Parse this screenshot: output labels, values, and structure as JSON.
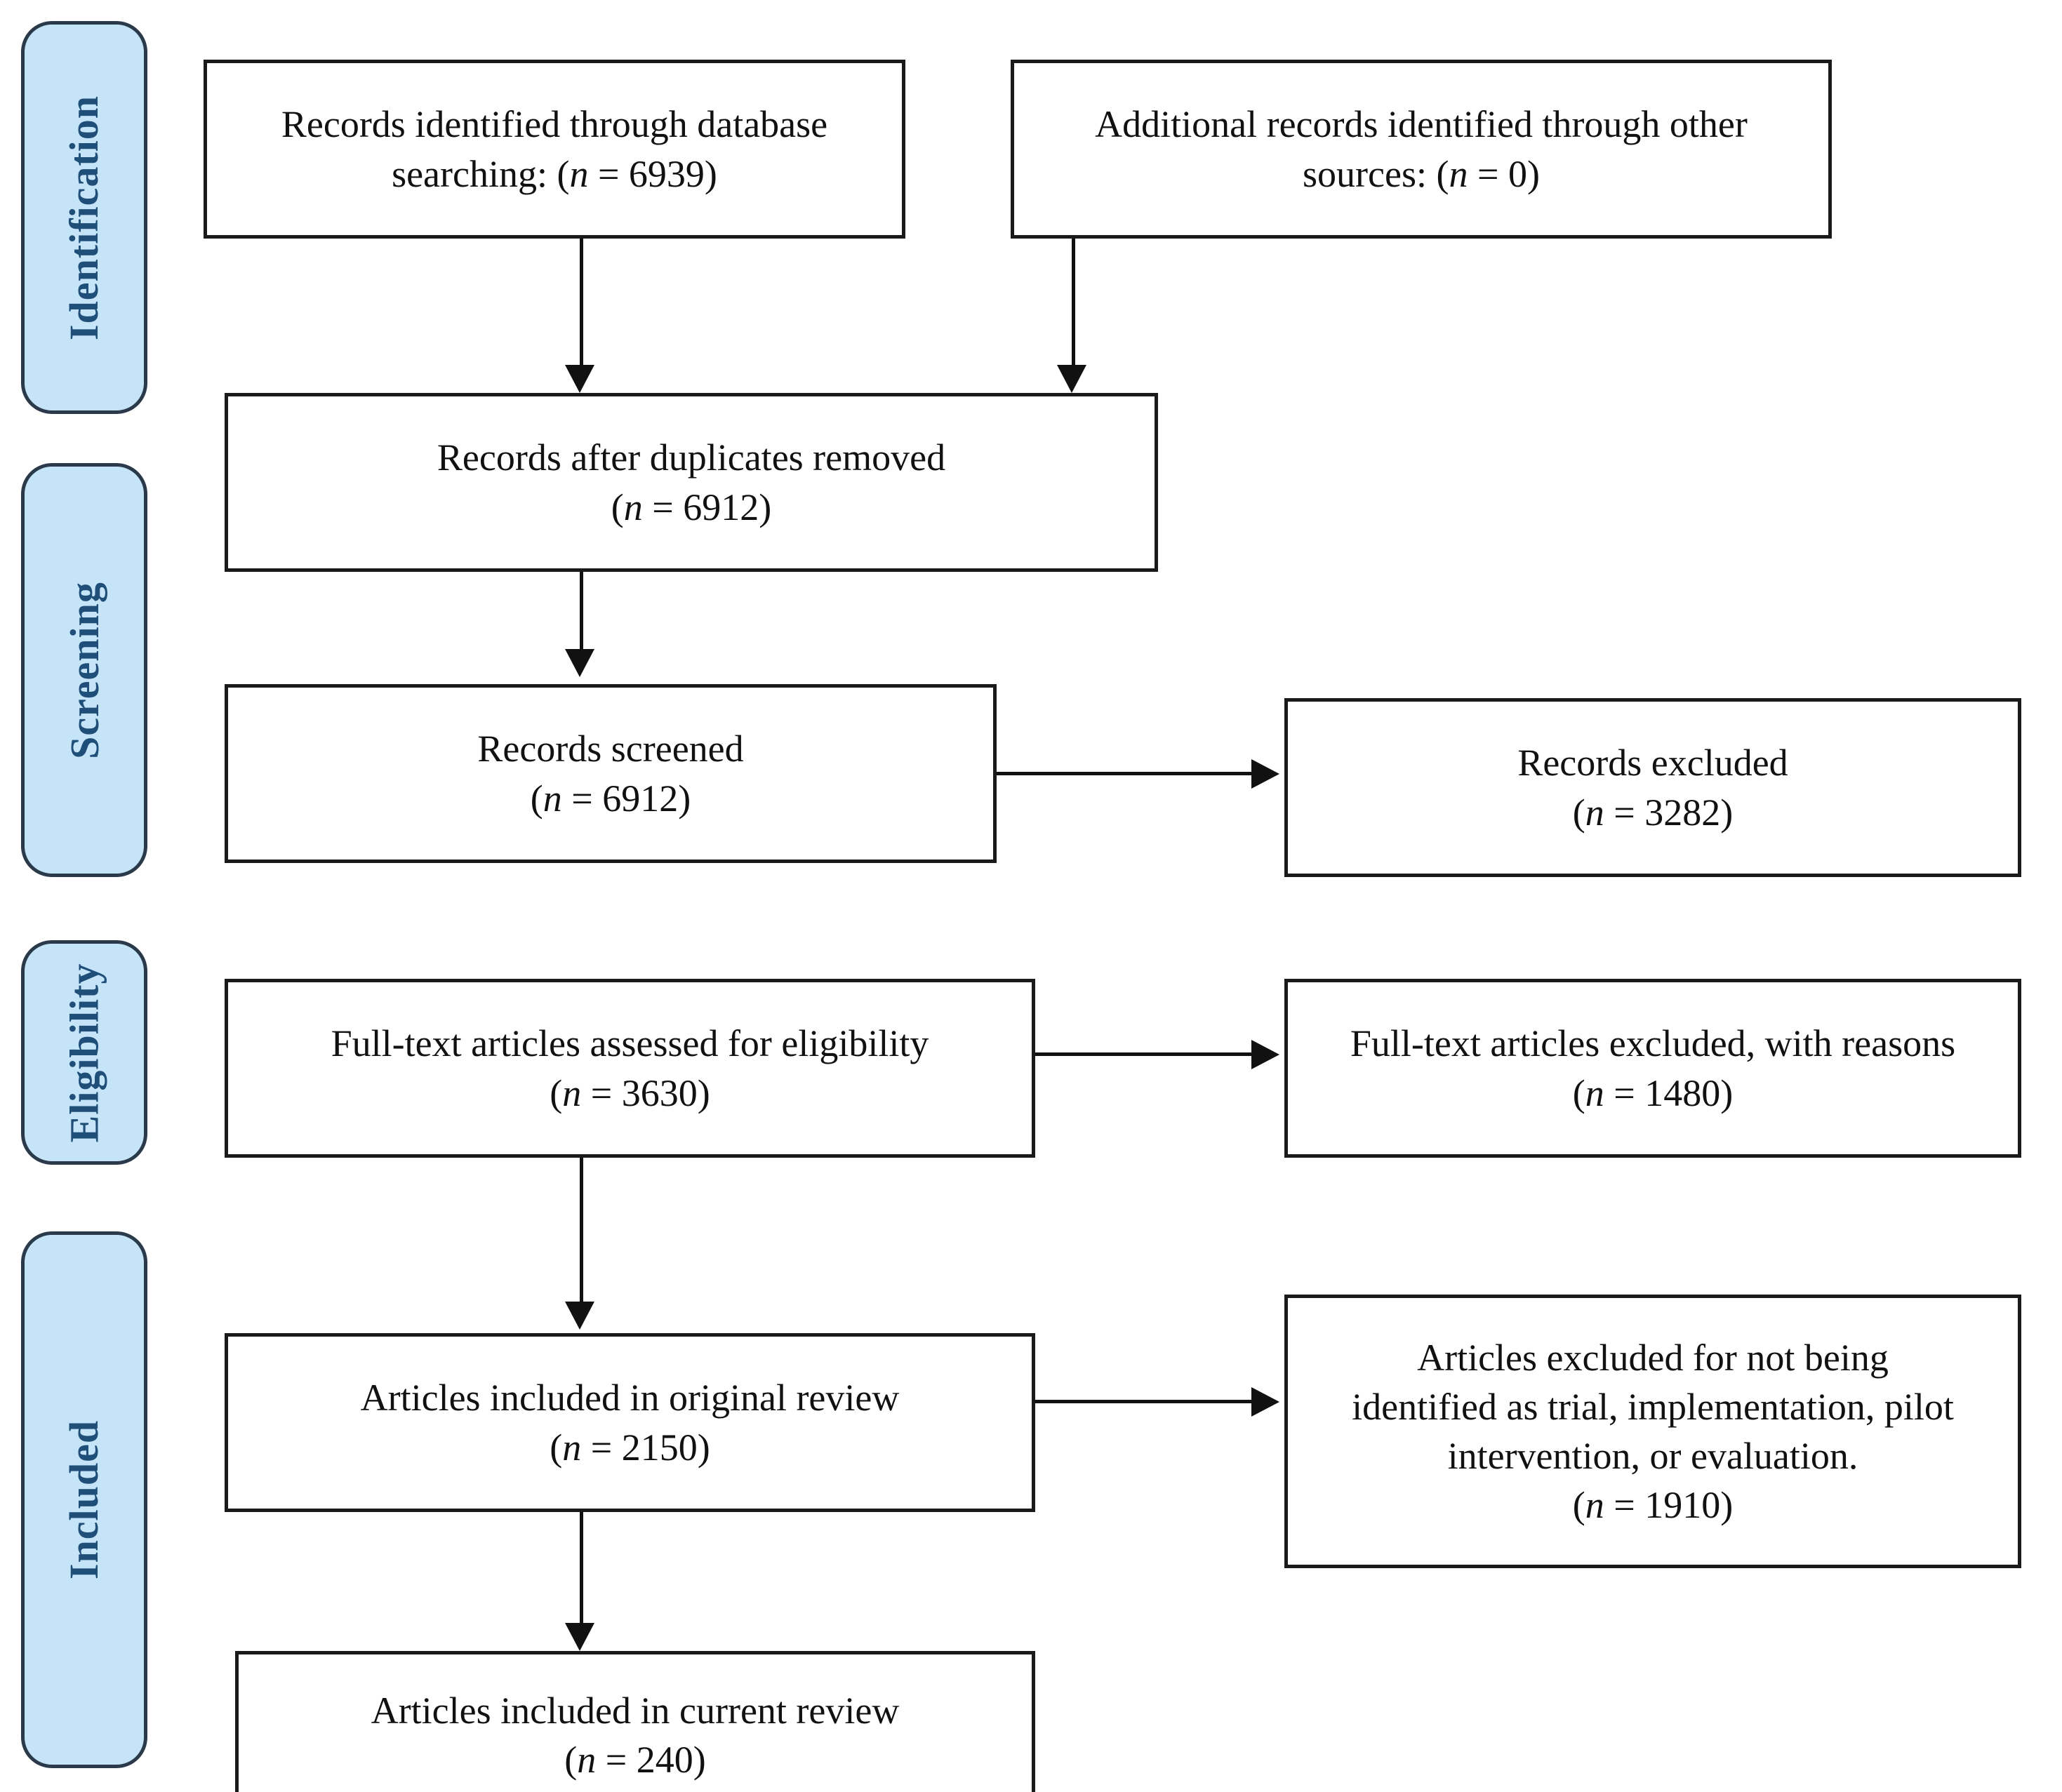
{
  "diagram": {
    "type": "prisma-flow-diagram",
    "title": "PRISMA flow diagram",
    "accent_color": "#c5e4f7",
    "accent_border_color": "#2b3a4a",
    "accent_text_color": "#1f4e79",
    "box_border_color": "#1a1a1a",
    "box_fill_color": "#ffffff",
    "connector_color": "#111111"
  },
  "stages": [
    {
      "id": "identification",
      "label": "Identification"
    },
    {
      "id": "screening",
      "label": "Screening"
    },
    {
      "id": "eligibility",
      "label": "Eligibility"
    },
    {
      "id": "included",
      "label": "Included"
    }
  ],
  "boxes": {
    "database_search": {
      "line1": "Records identified through database",
      "line2_prefix": "searching: (",
      "line2_var": "n",
      "line2_eq": " = 6939)",
      "count": 6939
    },
    "other_sources": {
      "line1": "Additional records identified through other",
      "line2_prefix": "sources: (",
      "line2_var": "n",
      "line2_eq": " = 0)",
      "count": 0
    },
    "duplicates_removed": {
      "line1": "Records after duplicates removed",
      "line2_prefix": "(",
      "line2_var": "n",
      "line2_eq": " = 6912)",
      "count": 6912
    },
    "records_screened": {
      "line1": "Records screened",
      "line2_prefix": "(",
      "line2_var": "n",
      "line2_eq": " = 6912)",
      "count": 6912
    },
    "records_excluded": {
      "line1": "Records excluded",
      "line2_prefix": "(",
      "line2_var": "n",
      "line2_eq": " = 3282)",
      "count": 3282
    },
    "fulltext_assessed": {
      "line1": "Full-text articles assessed for eligibility",
      "line2_prefix": "(",
      "line2_var": "n",
      "line2_eq": " = 3630)",
      "count": 3630
    },
    "fulltext_excluded": {
      "line1": "Full-text articles excluded, with reasons",
      "line2_prefix": "(",
      "line2_var": "n",
      "line2_eq": " = 1480)",
      "count": 1480
    },
    "included_original": {
      "line1": "Articles included in original review",
      "line2_prefix": "(",
      "line2_var": "n",
      "line2_eq": " = 2150)",
      "count": 2150
    },
    "excluded_not_identified": {
      "line1": "Articles excluded for not being",
      "line2": "identified as trial, implementation, pilot",
      "line3": "intervention, or evaluation.",
      "line4_prefix": "(",
      "line4_var": "n",
      "line4_eq": " = 1910)",
      "count": 1910
    },
    "included_current": {
      "line1": "Articles included in current review",
      "line2_prefix": "(",
      "line2_var": "n",
      "line2_eq": " = 240)",
      "count": 240
    }
  },
  "chart_data": {
    "type": "diagram",
    "title": "PRISMA flow diagram",
    "nodes": [
      {
        "id": "database_search",
        "stage": "Identification",
        "label": "Records identified through database searching",
        "n": 6939
      },
      {
        "id": "other_sources",
        "stage": "Identification",
        "label": "Additional records identified through other sources",
        "n": 0
      },
      {
        "id": "duplicates_removed",
        "stage": "Screening",
        "label": "Records after duplicates removed",
        "n": 6912
      },
      {
        "id": "records_screened",
        "stage": "Screening",
        "label": "Records screened",
        "n": 6912
      },
      {
        "id": "records_excluded",
        "stage": "Screening",
        "label": "Records excluded",
        "n": 3282
      },
      {
        "id": "fulltext_assessed",
        "stage": "Eligibility",
        "label": "Full-text articles assessed for eligibility",
        "n": 3630
      },
      {
        "id": "fulltext_excluded",
        "stage": "Eligibility",
        "label": "Full-text articles excluded, with reasons",
        "n": 1480
      },
      {
        "id": "included_original",
        "stage": "Included",
        "label": "Articles included in original review",
        "n": 2150
      },
      {
        "id": "excluded_not_identified",
        "stage": "Included",
        "label": "Articles excluded for not being identified as trial, implementation, pilot intervention, or evaluation.",
        "n": 1910
      },
      {
        "id": "included_current",
        "stage": "Included",
        "label": "Articles included in current review",
        "n": 240
      }
    ],
    "edges": [
      {
        "from": "database_search",
        "to": "duplicates_removed",
        "direction": "down"
      },
      {
        "from": "other_sources",
        "to": "duplicates_removed",
        "direction": "down"
      },
      {
        "from": "duplicates_removed",
        "to": "records_screened",
        "direction": "down"
      },
      {
        "from": "records_screened",
        "to": "records_excluded",
        "direction": "right"
      },
      {
        "from": "records_screened",
        "to": "fulltext_assessed",
        "direction": "down"
      },
      {
        "from": "fulltext_assessed",
        "to": "fulltext_excluded",
        "direction": "right"
      },
      {
        "from": "fulltext_assessed",
        "to": "included_original",
        "direction": "down"
      },
      {
        "from": "included_original",
        "to": "excluded_not_identified",
        "direction": "right"
      },
      {
        "from": "included_original",
        "to": "included_current",
        "direction": "down"
      }
    ]
  }
}
